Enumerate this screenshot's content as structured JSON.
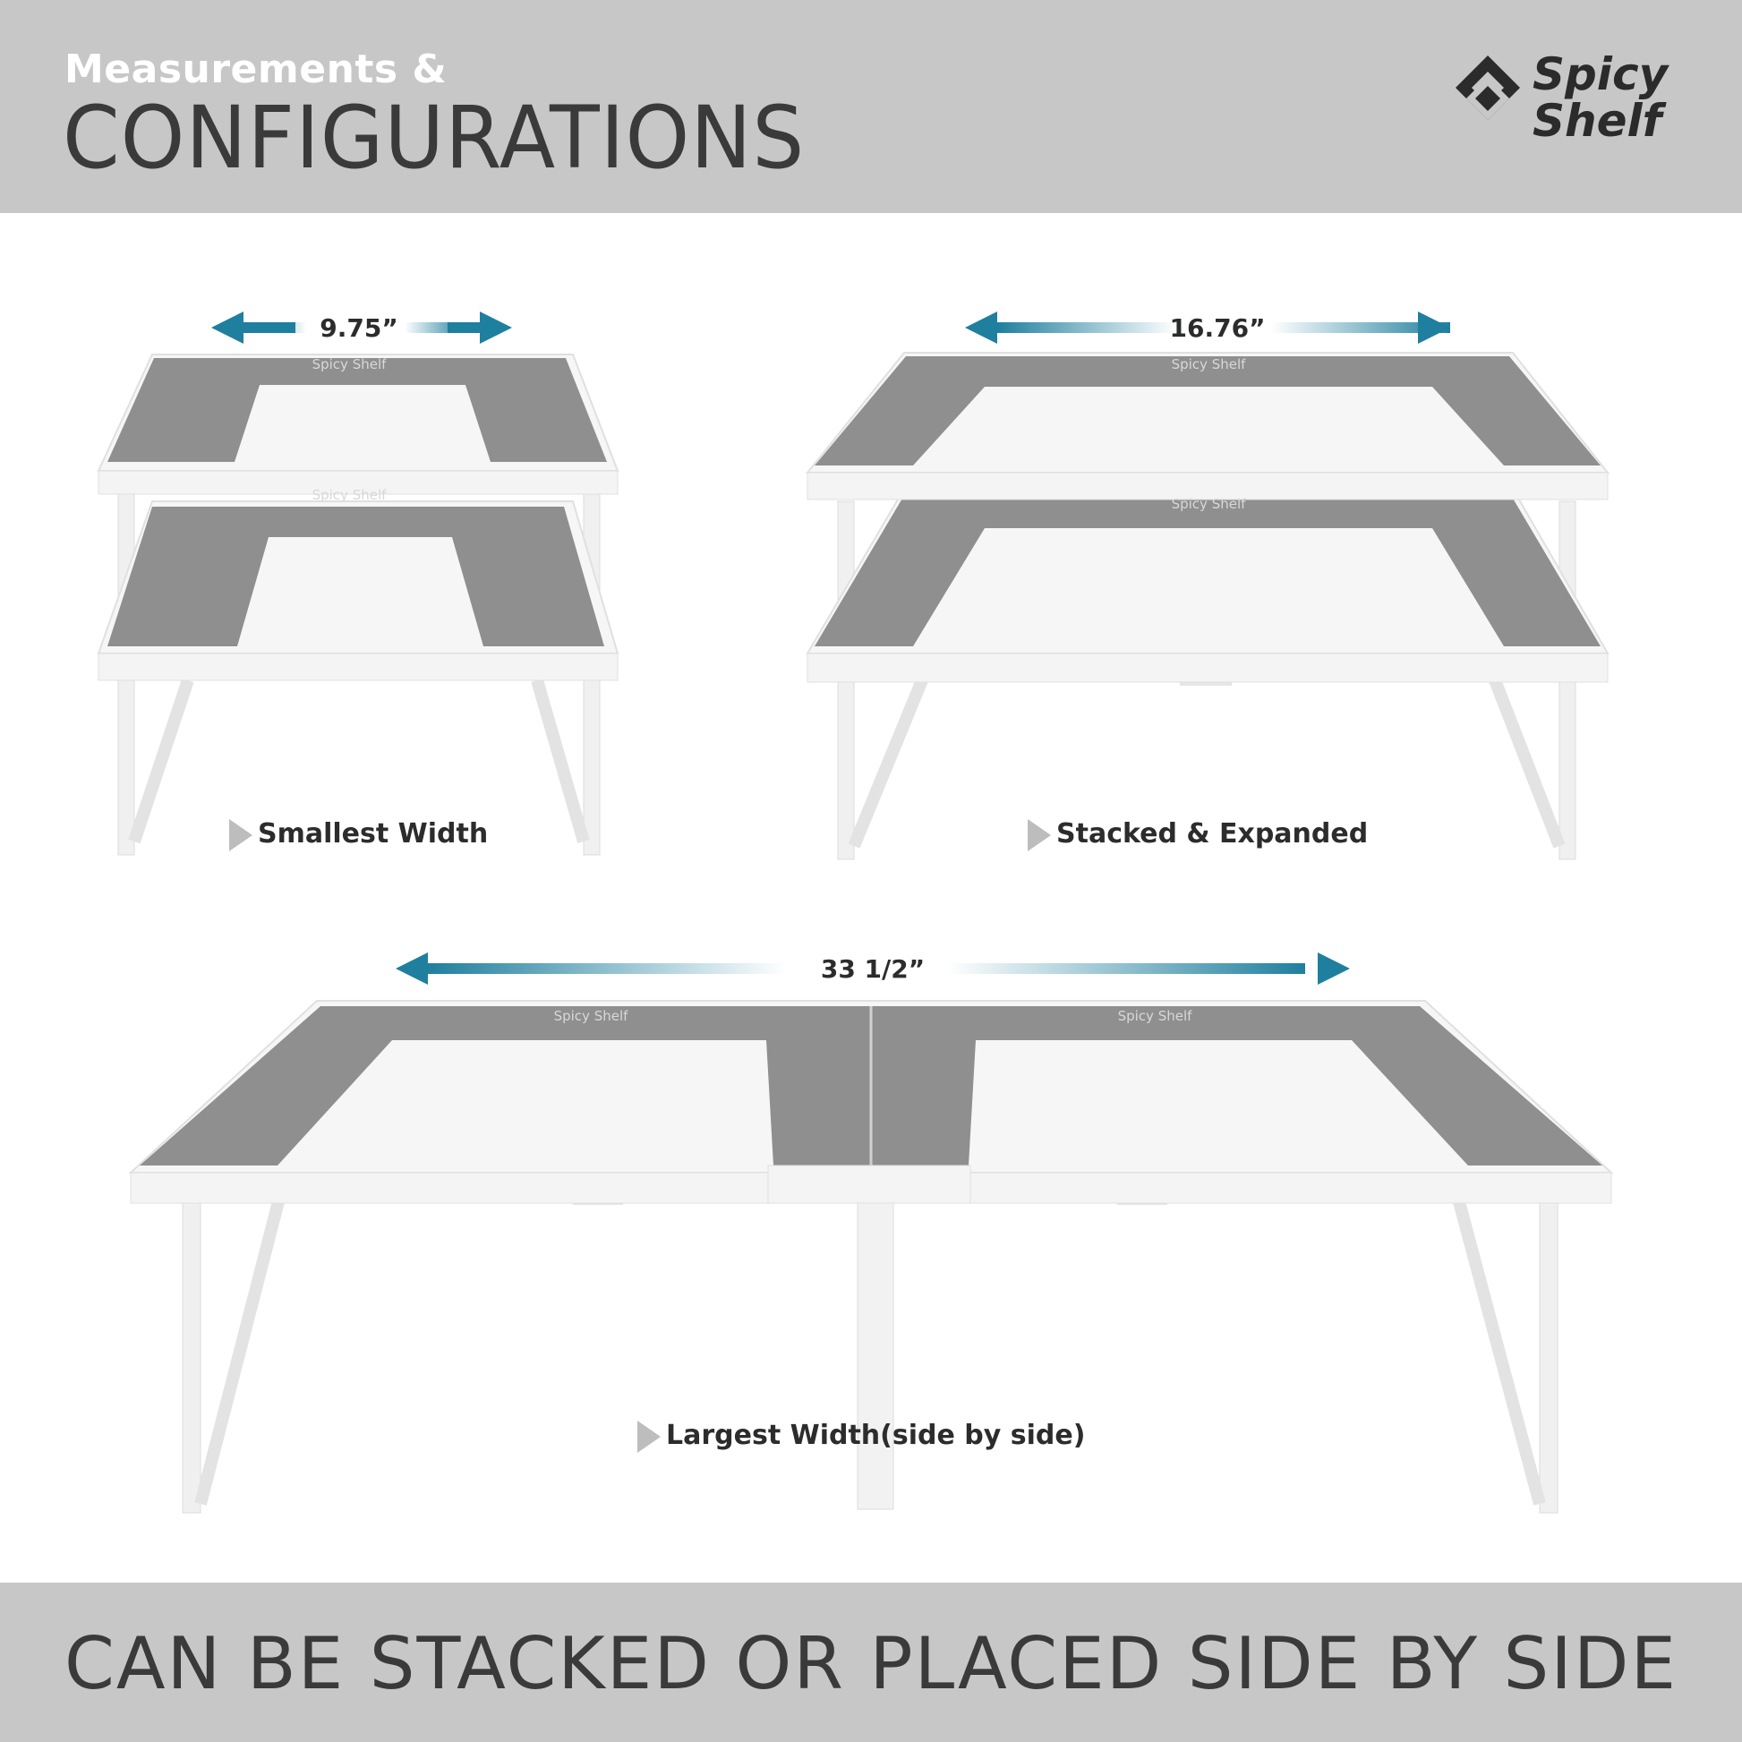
{
  "header": {
    "subtitle": "Measurements &",
    "title": "CONFIGURATIONS",
    "logo_line1": "Spicy",
    "logo_line2": "Shelf"
  },
  "configs": [
    {
      "dimension": "9.75”",
      "caption": "Smallest Width"
    },
    {
      "dimension": "16.76”",
      "caption": "Stacked & Expanded"
    },
    {
      "dimension": "33 1/2”",
      "caption": "Largest Width(side by side)"
    }
  ],
  "shelf_brand_mark": "Spicy Shelf",
  "footer": {
    "text": "CAN BE STACKED OR PLACED SIDE BY SIDE"
  },
  "colors": {
    "band": "#c7c7c7",
    "arrow": "#1f7f9e",
    "shelf_mat": "#8f8f8f",
    "frame": "#f4f4f4"
  }
}
